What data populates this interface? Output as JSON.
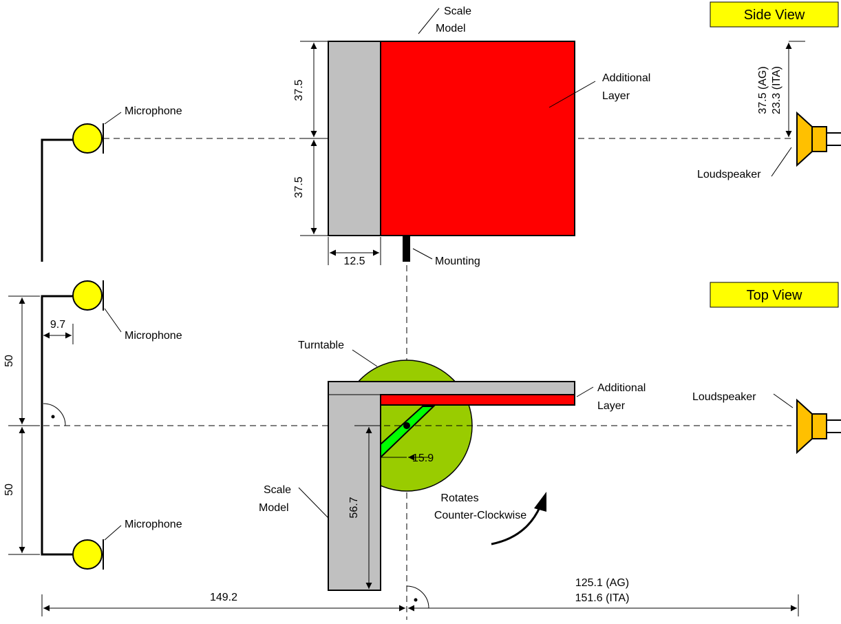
{
  "side_view": {
    "badge": "Side View",
    "labels": {
      "scale_model_line1": "Scale",
      "scale_model_line2": "Model",
      "additional_layer_line1": "Additional",
      "additional_layer_line2": "Layer",
      "microphone": "Microphone",
      "loudspeaker": "Loudspeaker",
      "mounting": "Mounting"
    },
    "dimensions": {
      "upper_height": "37.5",
      "lower_height": "37.5",
      "model_width": "12.5",
      "speaker_height_ag": "37.5 (AG)",
      "speaker_height_ita": "23.3 (ITA)"
    }
  },
  "top_view": {
    "badge": "Top View",
    "labels": {
      "turntable": "Turntable",
      "additional_layer_line1": "Additional",
      "additional_layer_line2": "Layer",
      "loudspeaker": "Loudspeaker",
      "microphone_top": "Microphone",
      "microphone_bottom": "Microphone",
      "scale_model_line1": "Scale",
      "scale_model_line2": "Model",
      "rotates_line1": "Rotates",
      "rotates_line2": "Counter-Clockwise"
    },
    "dimensions": {
      "mic_offset": "9.7",
      "upper_span": "50",
      "lower_span": "50",
      "arm_length": "56.7",
      "pivot_offset": "15.9",
      "mic_distance": "149.2",
      "speaker_distance_ag": "125.1 (AG)",
      "speaker_distance_ita": "151.6 (ITA)"
    }
  },
  "colors": {
    "model_gray": "#c0c0c0",
    "layer_red": "#ff0000",
    "microphone_yellow": "#ffff00",
    "speaker_orange": "#ffc000",
    "turntable_green": "#99cc00",
    "pivot_green": "#00ff00",
    "badge_yellow": "#ffff00"
  }
}
